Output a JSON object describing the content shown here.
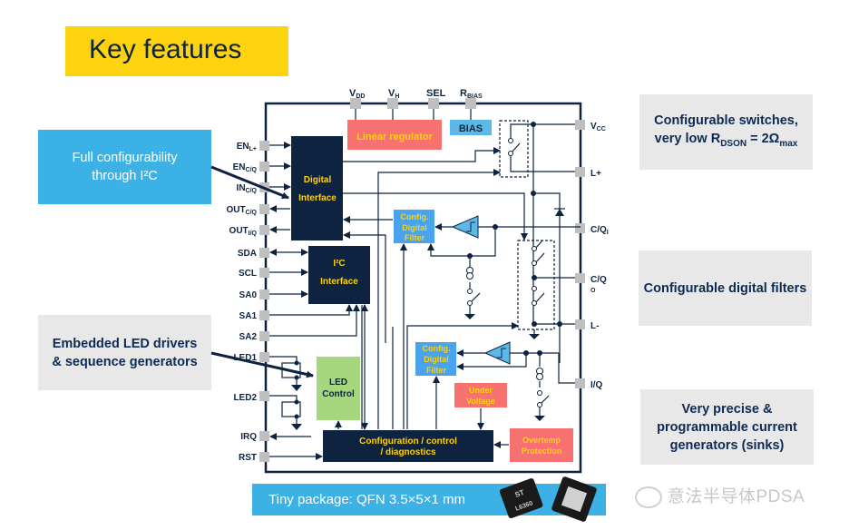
{
  "title": "Key features",
  "callouts": {
    "i2c": [
      "Full configurability",
      "through I²C"
    ],
    "led": [
      "Embedded LED drivers",
      "& sequence generators"
    ],
    "switches_line1": "Configurable switches,",
    "switches_line2_prefix": "very low R",
    "switches_line2_sub": "DSON",
    "switches_line2_mid": " = 2Ω",
    "switches_line2_sub2": "max",
    "filters": "Configurable digital filters",
    "generators": [
      "Very precise &",
      "programmable current",
      "generators (sinks)"
    ]
  },
  "package": {
    "label": "Tiny package: QFN 3.5×5×1 mm",
    "chip_marking": "L6360",
    "logo": "ST"
  },
  "watermark": "意法半导体PDSA",
  "diagram": {
    "top_pins": [
      {
        "main": "V",
        "sub": "DD"
      },
      {
        "main": "V",
        "sub": "H"
      },
      {
        "main": "SEL",
        "sub": ""
      },
      {
        "main": "R",
        "sub": "BIAS"
      }
    ],
    "left_pins": [
      {
        "main": "EN",
        "sub": "L+"
      },
      {
        "main": "EN",
        "sub": "C/Q"
      },
      {
        "main": "IN",
        "sub": "C/Q"
      },
      {
        "main": "OUT",
        "sub": "C/Q"
      },
      {
        "main": "OUT",
        "sub": "I/Q"
      },
      {
        "main": "SDA",
        "sub": ""
      },
      {
        "main": "SCL",
        "sub": ""
      },
      {
        "main": "SA0",
        "sub": ""
      },
      {
        "main": "SA1",
        "sub": ""
      },
      {
        "main": "SA2",
        "sub": ""
      },
      {
        "main": "LED1",
        "sub": ""
      },
      {
        "main": "LED2",
        "sub": ""
      },
      {
        "main": "IRQ",
        "sub": ""
      },
      {
        "main": "RST",
        "sub": ""
      }
    ],
    "right_pins": [
      {
        "main": "V",
        "sub": "CC"
      },
      {
        "main": "L+",
        "sub": ""
      },
      {
        "main": "C/Q",
        "sub": "I"
      },
      {
        "main": "C/Q",
        "sub": "O"
      },
      {
        "main": "L-",
        "sub": ""
      },
      {
        "main": "I/Q",
        "sub": ""
      }
    ],
    "blocks": {
      "linear_regulator": "Linear regulator",
      "bias": "BIAS",
      "digital_interface": [
        "Digital",
        "Interface"
      ],
      "i2c_interface": [
        "I²C",
        "Interface"
      ],
      "led_control": [
        "LED",
        "Control"
      ],
      "config_filter": [
        "Config.",
        "Digital",
        "Filter"
      ],
      "under_voltage": [
        "Under",
        "Voltage"
      ],
      "overtemp": [
        "Overtemp",
        "Protection"
      ],
      "config_control": [
        "Configuration / control",
        "/ diagnostics"
      ]
    },
    "colors": {
      "navy": "#0d2340",
      "yellow": "#fdd20e",
      "salmon": "#f87171",
      "light_blue": "#5bb8e8",
      "filter_blue": "#4aa3ef",
      "green": "#a6d77f",
      "pin_gray": "#bfbfbf"
    }
  }
}
